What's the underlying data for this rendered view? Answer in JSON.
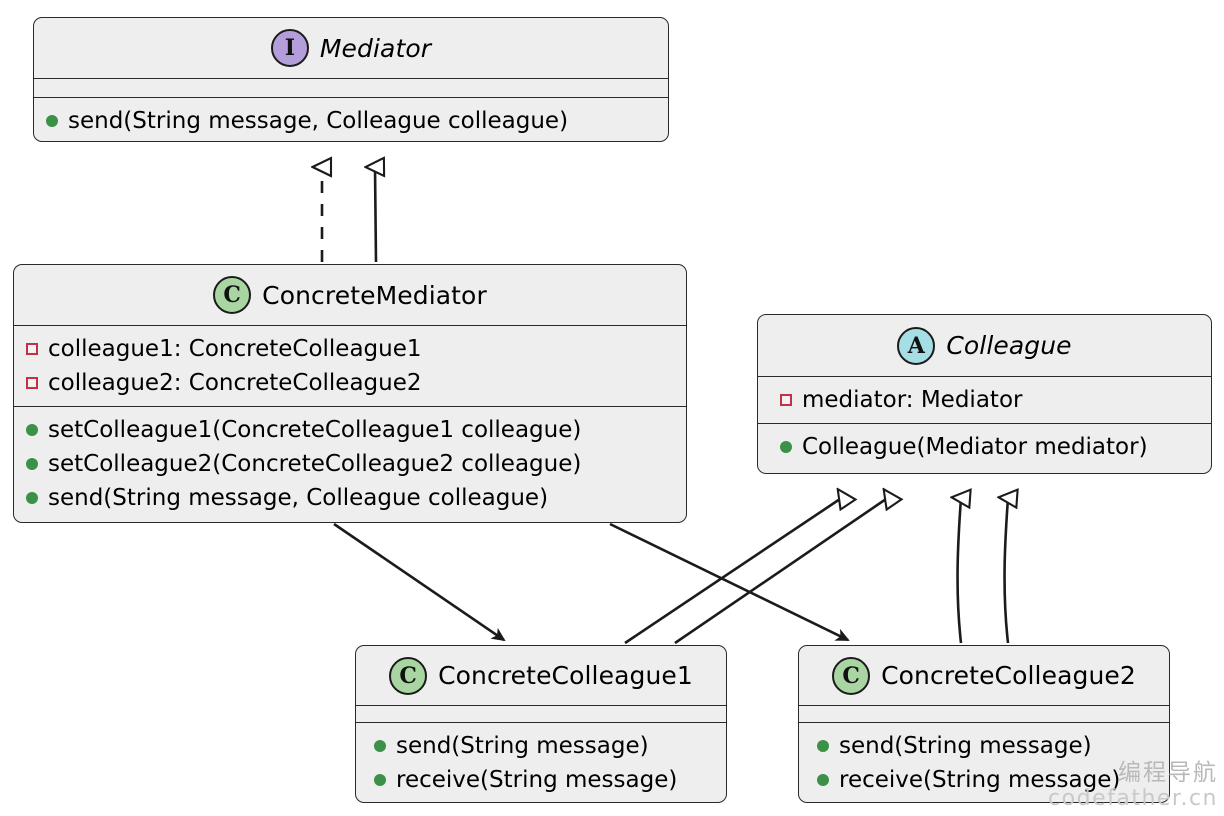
{
  "diagram": {
    "type": "uml-class-diagram",
    "pattern": "Mediator",
    "background": "#ffffff",
    "colors": {
      "box_fill": "#EEEEEE",
      "box_border": "#2a2a2a",
      "interface_badge": "#B39DDB",
      "abstract_badge": "#A5DEE4",
      "class_badge": "#A8D5A2",
      "public_marker": "#3a9147",
      "private_marker": "#c4304a",
      "connector": "#1b1b1b"
    }
  },
  "classes": [
    {
      "id": "mediator",
      "name": "Mediator",
      "stereotype": "interface",
      "badge_letter": "I",
      "italic": true,
      "fields": [],
      "methods": [
        {
          "visibility": "public",
          "marker": "pub",
          "label": "send(String message, Colleague colleague)"
        }
      ]
    },
    {
      "id": "concrete-mediator",
      "name": "ConcreteMediator",
      "stereotype": "class",
      "badge_letter": "C",
      "italic": false,
      "fields": [
        {
          "visibility": "private",
          "marker": "priv",
          "label": "colleague1: ConcreteColleague1"
        },
        {
          "visibility": "private",
          "marker": "priv",
          "label": "colleague2: ConcreteColleague2"
        }
      ],
      "methods": [
        {
          "visibility": "public",
          "marker": "pub",
          "label": "setColleague1(ConcreteColleague1 colleague)"
        },
        {
          "visibility": "public",
          "marker": "pub",
          "label": "setColleague2(ConcreteColleague2 colleague)"
        },
        {
          "visibility": "public",
          "marker": "pub",
          "label": "send(String message, Colleague colleague)"
        }
      ]
    },
    {
      "id": "colleague",
      "name": "Colleague",
      "stereotype": "abstract",
      "badge_letter": "A",
      "italic": true,
      "fields": [
        {
          "visibility": "private",
          "marker": "priv",
          "label": "mediator: Mediator"
        }
      ],
      "methods": [
        {
          "visibility": "public",
          "marker": "pub",
          "label": "Colleague(Mediator mediator)"
        }
      ]
    },
    {
      "id": "concrete-colleague-1",
      "name": "ConcreteColleague1",
      "stereotype": "class",
      "badge_letter": "C",
      "italic": false,
      "fields": [],
      "methods": [
        {
          "visibility": "public",
          "marker": "pub",
          "label": "send(String message)"
        },
        {
          "visibility": "public",
          "marker": "pub",
          "label": "receive(String message)"
        }
      ]
    },
    {
      "id": "concrete-colleague-2",
      "name": "ConcreteColleague2",
      "stereotype": "class",
      "badge_letter": "C",
      "italic": false,
      "fields": [],
      "methods": [
        {
          "visibility": "public",
          "marker": "pub",
          "label": "send(String message)"
        },
        {
          "visibility": "public",
          "marker": "pub",
          "label": "receive(String message)"
        }
      ]
    }
  ],
  "relationships": [
    {
      "from": "concrete-mediator",
      "to": "mediator",
      "kind": "realization",
      "line": "dashed",
      "arrow": "hollow-triangle"
    },
    {
      "from": "concrete-mediator",
      "to": "mediator",
      "kind": "generalization",
      "line": "solid",
      "arrow": "hollow-triangle"
    },
    {
      "from": "concrete-colleague-1",
      "to": "colleague",
      "kind": "generalization",
      "line": "solid",
      "arrow": "hollow-triangle"
    },
    {
      "from": "concrete-colleague-2",
      "to": "colleague",
      "kind": "generalization",
      "line": "solid",
      "arrow": "hollow-triangle"
    },
    {
      "from": "concrete-mediator",
      "to": "concrete-colleague-1",
      "kind": "association",
      "line": "solid",
      "arrow": "filled"
    },
    {
      "from": "concrete-mediator",
      "to": "concrete-colleague-2",
      "kind": "association",
      "line": "solid",
      "arrow": "filled"
    }
  ],
  "watermark": {
    "line1": "编程导航",
    "line2": "codefather.cn"
  }
}
